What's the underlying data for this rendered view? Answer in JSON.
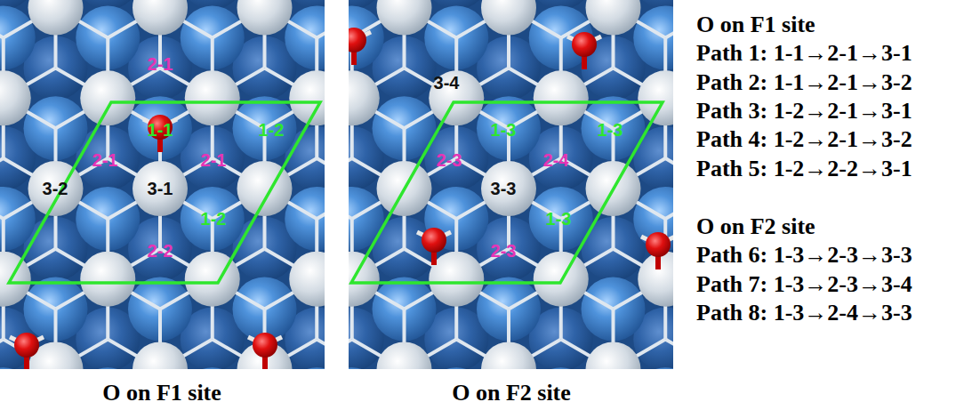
{
  "diagram": {
    "labels": [
      "2-1",
      "1-1",
      "1-2",
      "2-1",
      "2-1",
      "3-2",
      "3-1",
      "1-2",
      "2-2",
      "3-4",
      "1-3",
      "1-3",
      "2-3",
      "2-4",
      "3-3",
      "1-3",
      "2-3",
      "O on F1 site",
      "O on F2 site",
      "O on F1 site",
      "Path 1: 1-1→2-1→3-1",
      "Path 2: 1-1→2-1→3-2",
      "Path 3: 1-2→2-1→3-1",
      "Path 4: 1-2→2-1→3-2",
      "Path 5: 1-2→2-2→3-1",
      "O on F2 site",
      "Path 6: 1-3→2-3→3-3",
      "Path 7: 1-3→2-3→3-4",
      "Path 8: 1-3→2-4→3-3"
    ]
  }
}
